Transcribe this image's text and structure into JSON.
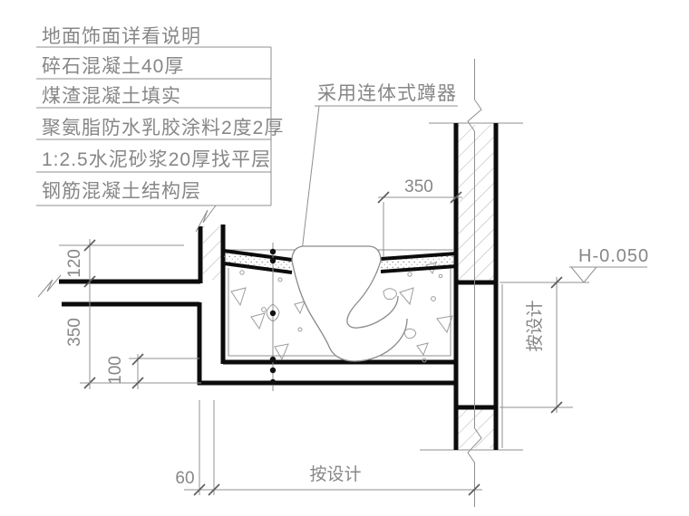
{
  "drawing": {
    "type": "architectural-detail",
    "subject": "squat-toilet floor installation detail"
  },
  "spec_table": {
    "rows": [
      "地面饰面详看说明",
      "碎石混凝土40厚",
      "煤渣混凝土填实",
      "聚氨脂防水乳胶涂料2度2厚",
      "1:2.5水泥砂浆20厚找平层",
      "钢筋混凝土结构层"
    ]
  },
  "callout": {
    "label": "采用连体式蹲器"
  },
  "level_mark": {
    "label": "H-0.050"
  },
  "dimensions": {
    "top_offset": "350",
    "left_upper": "120",
    "left_middle": "350",
    "left_lower": "100",
    "bottom_left": "60",
    "bottom_center": "按设计",
    "right_vertical": "按设计"
  },
  "colors": {
    "structure_line": "#0c0c0c",
    "thin_line": "#8f8f8f",
    "text": "#878787",
    "background": "#ffffff"
  }
}
